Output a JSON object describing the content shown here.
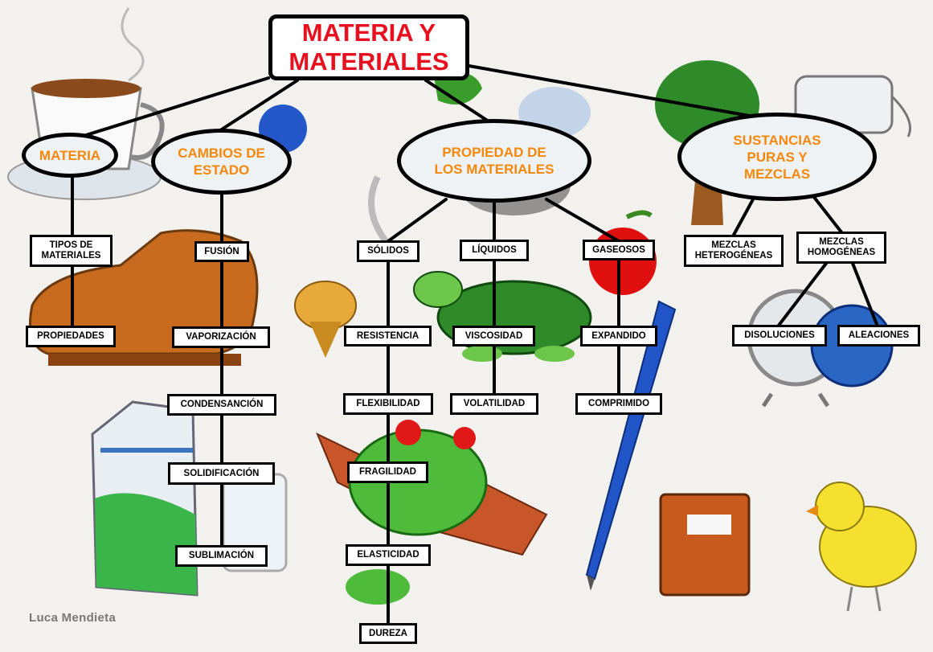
{
  "title": "MATERIA Y\nMATERIALES",
  "categories": {
    "materia": "MATERIA",
    "cambios": "CAMBIOS DE ESTADO",
    "propiedad": "PROPIEDAD DE LOS MATERIALES",
    "sustancias": "SUSTANCIAS PURAS Y MEZCLAS"
  },
  "materia_items": [
    "TIPOS DE MATERIALES",
    "PROPIEDADES"
  ],
  "cambios_items": [
    "FUSIÓN",
    "VAPORIZACIÓN",
    "CONDENSANCIÓN",
    "SOLIDIFICACIÓN",
    "SUBLIMACIÓN"
  ],
  "estados": {
    "solidos": "SÓLIDOS",
    "liquidos": "LÍQUIDOS",
    "gaseosos": "GASEOSOS"
  },
  "solidos_items": [
    "RESISTENCIA",
    "FLEXIBILIDAD",
    "FRAGILIDAD",
    "ELASTICIDAD",
    "DUREZA"
  ],
  "liquidos_items": [
    "VISCOSIDAD",
    "VOLATILIDAD"
  ],
  "gaseosos_items": [
    "EXPANDIDO",
    "COMPRIMIDO"
  ],
  "mezclas": {
    "heterogeneas": "MEZCLAS HETEROGÉNEAS",
    "homogeneas": "MEZCLAS HOMOGÉNEAS"
  },
  "homogeneas_items": [
    "DISOLUCIONES",
    "ALEACIONES"
  ],
  "signature": "Luca Mendieta"
}
